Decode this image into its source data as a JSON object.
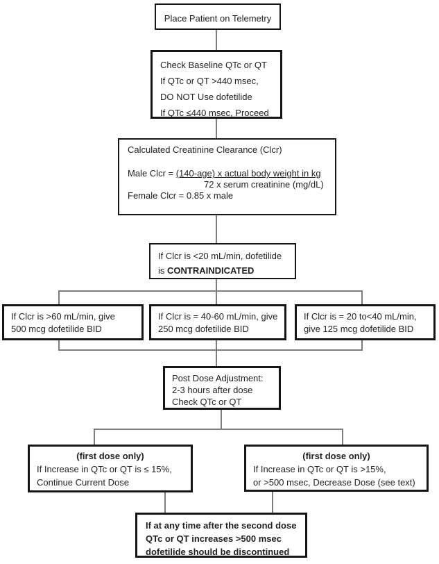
{
  "flowchart": {
    "telemetry": {
      "text": "Place Patient on Telemetry"
    },
    "baseline": {
      "lines": [
        "Check Baseline QTc or QT",
        "If QTc or QT >440 msec,",
        "DO NOT Use dofetilide",
        "If QTc ≤440 msec, Proceed"
      ]
    },
    "clearance": {
      "title": "Calculated Creatinine Clearance (Clcr)",
      "male_prefix": "Male Clcr = ",
      "numerator": "(140-age) x actual body weight in kg",
      "denominator": "72 x serum creatinine (mg/dL)",
      "female": "Female Clcr = 0.85 x male"
    },
    "contraindicated": {
      "line1": "If Clcr is <20 mL/min, dofetilide",
      "line2_prefix": "is ",
      "line2_bold": "CONTRAINDICATED"
    },
    "dose_high": {
      "lines": [
        "If Clcr is >60 mL/min, give",
        "500 mcg dofetilide BID"
      ]
    },
    "dose_mid": {
      "lines": [
        "If Clcr is = 40-60 mL/min, give",
        "250 mcg dofetilide BID"
      ]
    },
    "dose_low": {
      "lines": [
        "If Clcr is = 20 to<40 mL/min,",
        "give 125 mcg dofetilide BID"
      ]
    },
    "post_dose": {
      "lines": [
        "Post Dose Adjustment:",
        "2-3 hours after dose",
        "Check QTc or QT"
      ]
    },
    "continue_dose": {
      "header": "(first dose only)",
      "lines": [
        "If Increase in QTc or QT is ≤ 15%,",
        "Continue Current Dose"
      ]
    },
    "decrease_dose": {
      "header": "(first dose only)",
      "lines": [
        "If Increase in QTc or QT is >15%,",
        "or >500 msec, Decrease Dose (see text)"
      ]
    },
    "discontinue": {
      "lines": [
        "If at any time after the second dose",
        "QTc or QT increases >500 msec",
        "dofetilide should be discontinued"
      ]
    }
  },
  "colors": {
    "background": "#ffffff",
    "box_border": "#151515",
    "connector": "#7d7d7d",
    "text": "#1f1f1f"
  }
}
